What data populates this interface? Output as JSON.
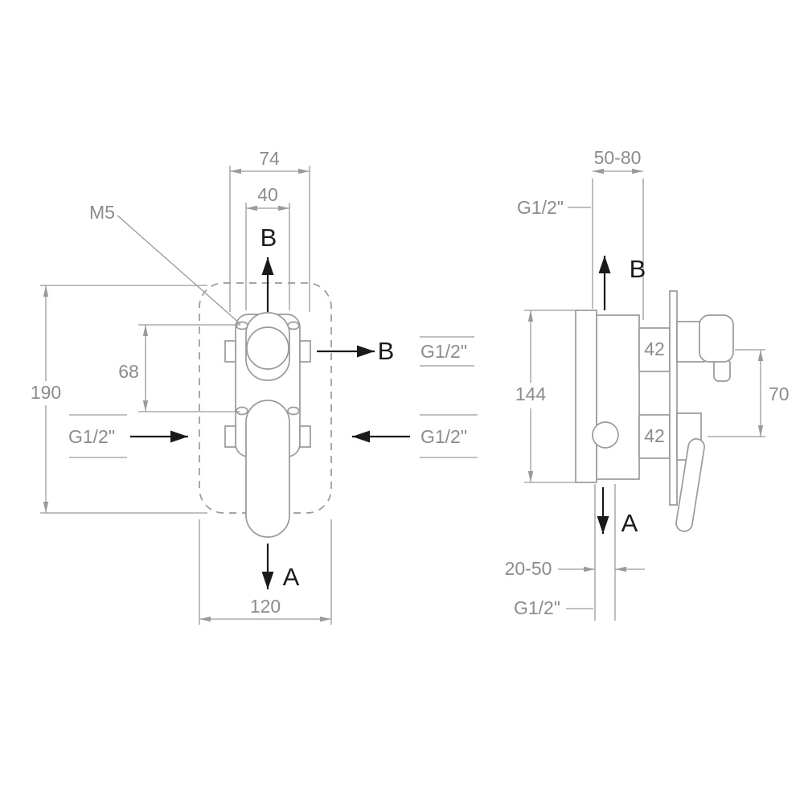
{
  "colors": {
    "line": "#9a9a9a",
    "text": "#8c8c8c",
    "arrow": "#1a1a1a",
    "background": "#ffffff"
  },
  "front_view": {
    "dim_top_width": "74",
    "dim_cartridge_width": "40",
    "screw_label": "M5",
    "outlet_top": "B",
    "outlet_side": "B",
    "outlet_side_thread": "G1/2\"",
    "dim_screw_spacing": "68",
    "dim_box_height": "190",
    "inlet_left_thread": "G1/2\"",
    "inlet_right_thread": "G1/2\"",
    "outlet_bottom": "A",
    "dim_box_width": "120"
  },
  "side_view": {
    "dim_wall_range": "50-80",
    "thread_top": "G1/2\"",
    "outlet_top": "B",
    "dim_body_height": "144",
    "dim_depth_top": "42",
    "dim_depth_bottom": "42",
    "dim_outlet_spacing": "70",
    "outlet_bottom": "A",
    "dim_finish_range": "20-50",
    "thread_bottom": "G1/2\""
  }
}
